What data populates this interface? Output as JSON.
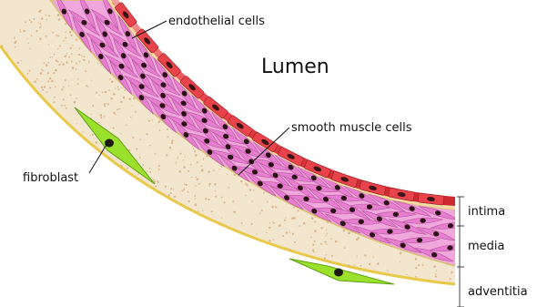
{
  "diagram": {
    "lumen_label": "Lumen",
    "labels": {
      "endothelial": "endothelial cells",
      "smooth_muscle": "smooth muscle cells",
      "fibroblast": "fibroblast"
    },
    "layers": {
      "intima": "intima",
      "media": "media",
      "adventitia": "adventitia"
    }
  },
  "colors": {
    "adventitia_fill": "#f3e6cf",
    "adventitia_dot": "#d9b48a",
    "outer_edge": "#e8c94a",
    "media_fill": "#f0a8dc",
    "muscle_cell": "#e77fd0",
    "muscle_nucleus": "#2a0f14",
    "elastic_lamina": "#f0c47a",
    "intima_wavy": "#e08a2c",
    "endothelial_cell": "#e8434a",
    "endothelial_nucleus": "#3a1414",
    "fibroblast": "#9be12c"
  }
}
